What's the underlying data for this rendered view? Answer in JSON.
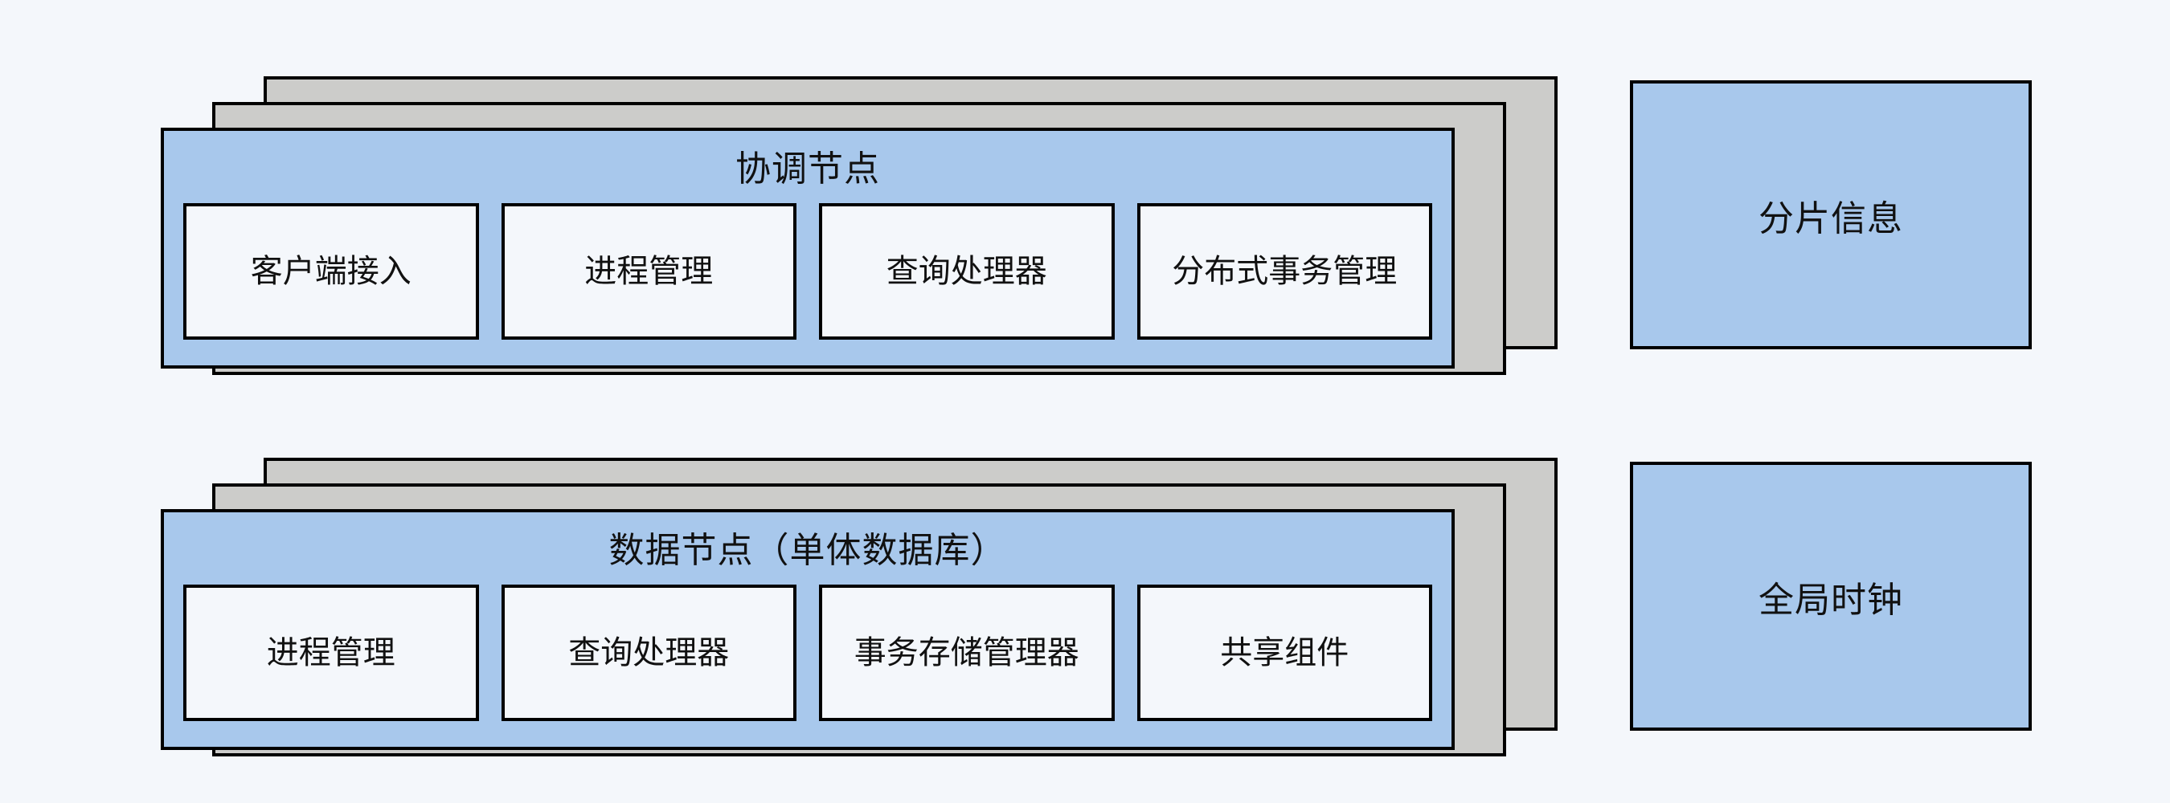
{
  "diagram": {
    "background_color": "#f4f7fb",
    "node_fill_color": "#a8c8ec",
    "stack_shadow_color": "#ccccca",
    "component_fill_color": "#f4f7fb",
    "border_color": "#000000",
    "groups": [
      {
        "id": "coordinator-node",
        "title": "协调节点",
        "stack_layers": 2,
        "components": [
          {
            "label": "客户端接入"
          },
          {
            "label": "进程管理"
          },
          {
            "label": "查询处理器"
          },
          {
            "label": "分布式事务管理"
          }
        ]
      },
      {
        "id": "data-node",
        "title": "数据节点（单体数据库）",
        "stack_layers": 2,
        "components": [
          {
            "label": "进程管理"
          },
          {
            "label": "查询处理器"
          },
          {
            "label": "事务存储管理器"
          },
          {
            "label": "共享组件"
          }
        ]
      }
    ],
    "side_boxes": [
      {
        "id": "shard-info",
        "label": "分片信息"
      },
      {
        "id": "global-clock",
        "label": "全局时钟"
      }
    ]
  }
}
